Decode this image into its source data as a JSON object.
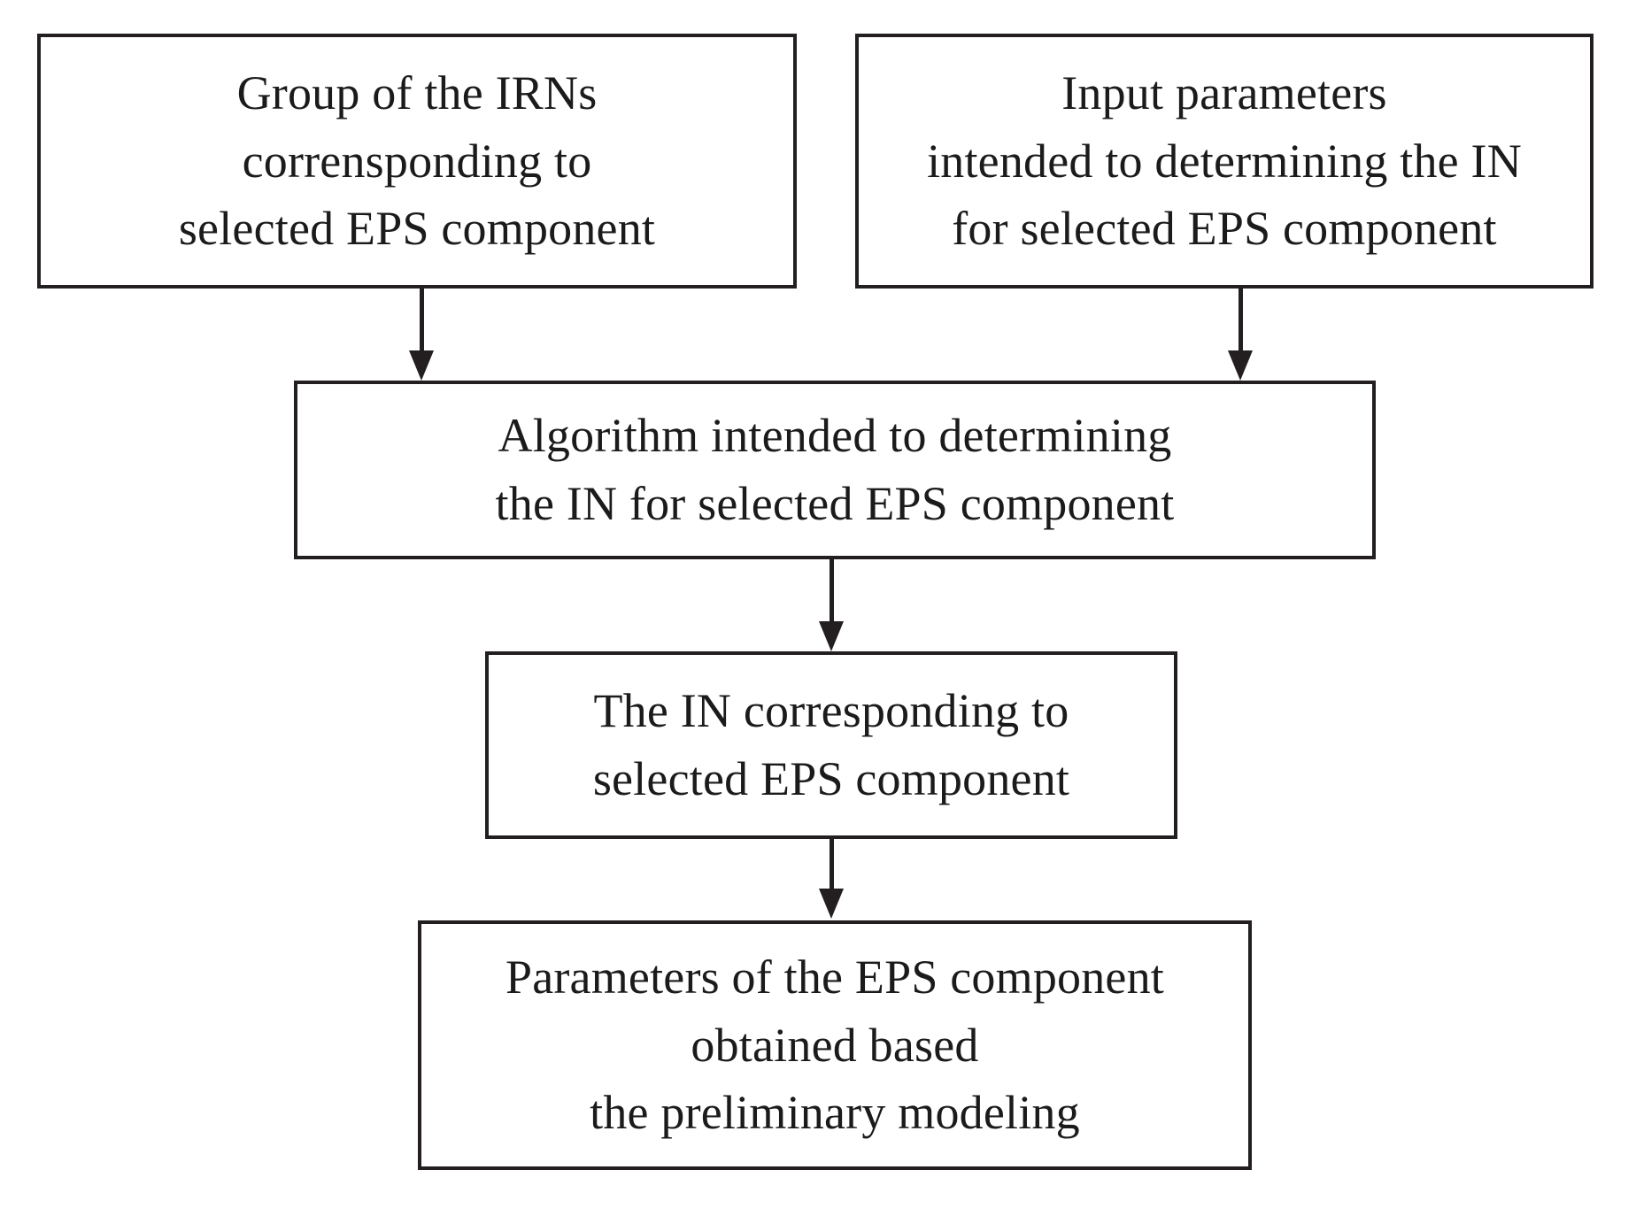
{
  "diagram": {
    "type": "flowchart",
    "orientation": "top-to-bottom",
    "background_color": "#ffffff",
    "line_color": "#231f20",
    "text_color": "#1b1b1b",
    "nodes": [
      {
        "id": "irn-group",
        "shape": "rectangle",
        "text": "Group of the IRNs\ncorrensponding to\nselected EPS component"
      },
      {
        "id": "input-params",
        "shape": "rectangle",
        "text": "Input parameters\nintended to determining the IN\nfor selected EPS component"
      },
      {
        "id": "algorithm",
        "shape": "rectangle",
        "text": "Algorithm intended to determining\nthe IN for selected EPS component"
      },
      {
        "id": "in-result",
        "shape": "rectangle",
        "text": "The IN corresponding to\nselected EPS component"
      },
      {
        "id": "eps-params",
        "shape": "rectangle",
        "text": "Parameters of the EPS component\nobtained based\nthe preliminary modeling"
      }
    ],
    "edges": [
      {
        "id": "irn-to-algorithm",
        "from": "irn-group",
        "to": "algorithm",
        "style": "solid-arrow"
      },
      {
        "id": "params-to-algorithm",
        "from": "input-params",
        "to": "algorithm",
        "style": "solid-arrow"
      },
      {
        "id": "algorithm-to-in",
        "from": "algorithm",
        "to": "in-result",
        "style": "solid-arrow"
      },
      {
        "id": "in-to-eps",
        "from": "in-result",
        "to": "eps-params",
        "style": "solid-arrow"
      }
    ]
  }
}
